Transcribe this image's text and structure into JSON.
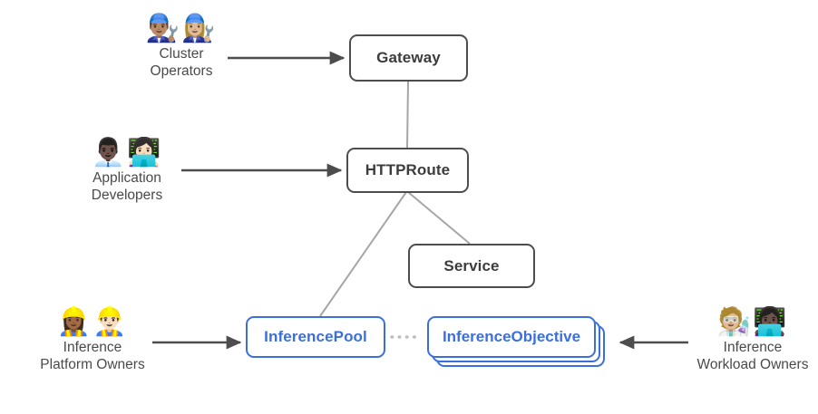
{
  "diagram": {
    "title": "Gateway API Inference Extension roles and resources",
    "colors": {
      "box_dark_border": "#4d4d4d",
      "box_dark_text": "#3c3c3c",
      "box_blue_border": "#3b6fe0",
      "box_blue_text": "#3b6fe0",
      "arrow": "#4d4d4d",
      "link_line": "#a6a6a6",
      "dotted_line": "#bfbfbf",
      "caption_text": "#4a4a4a",
      "background": "#ffffff"
    }
  },
  "nodes": {
    "gateway": {
      "label": "Gateway",
      "style": "dark"
    },
    "httproute": {
      "label": "HTTPRoute",
      "style": "dark"
    },
    "service": {
      "label": "Service",
      "style": "dark"
    },
    "inferencepool": {
      "label": "InferencePool",
      "style": "blue"
    },
    "inferenceobjective": {
      "label": "InferenceObjective",
      "style": "blue",
      "stacked": true,
      "stack_count": 3
    }
  },
  "personas": [
    {
      "id": "cluster-operators",
      "emoji": "👨🏽‍🔧👩🏼‍🔧",
      "emoji_names": [
        "man-mechanic-icon",
        "woman-mechanic-icon"
      ],
      "line1": "Cluster",
      "line2": "Operators",
      "points_to": "gateway"
    },
    {
      "id": "application-developers",
      "emoji": "👨🏿‍💼👩🏻‍💻",
      "emoji_names": [
        "man-office-worker-icon",
        "woman-technologist-icon"
      ],
      "line1": "Application",
      "line2": "Developers",
      "points_to": "httproute"
    },
    {
      "id": "inference-platform-owners",
      "emoji": "👷🏾‍♀️👷🏻‍♂️",
      "emoji_names": [
        "woman-construction-worker-icon",
        "man-construction-worker-icon"
      ],
      "line1": "Inference",
      "line2": "Platform Owners",
      "points_to": "inferencepool"
    },
    {
      "id": "inference-workload-owners",
      "emoji": "🧑🏼‍🔬👩🏿‍💻",
      "emoji_names": [
        "scientist-icon",
        "woman-technologist-icon"
      ],
      "line1": "Inference",
      "line2": "Workload Owners",
      "points_to": "inferenceobjective"
    }
  ],
  "edges": [
    {
      "id": "cluster-operators-to-gateway",
      "kind": "arrow"
    },
    {
      "id": "app-developers-to-httproute",
      "kind": "arrow"
    },
    {
      "id": "platform-owners-to-inferencepool",
      "kind": "arrow"
    },
    {
      "id": "workload-owners-to-inferenceobjective",
      "kind": "arrow"
    },
    {
      "id": "gateway-to-httproute",
      "kind": "line"
    },
    {
      "id": "httproute-to-inferencepool",
      "kind": "line"
    },
    {
      "id": "httproute-to-service",
      "kind": "line"
    },
    {
      "id": "inferencepool-to-inferenceobjective",
      "kind": "dotted"
    }
  ]
}
